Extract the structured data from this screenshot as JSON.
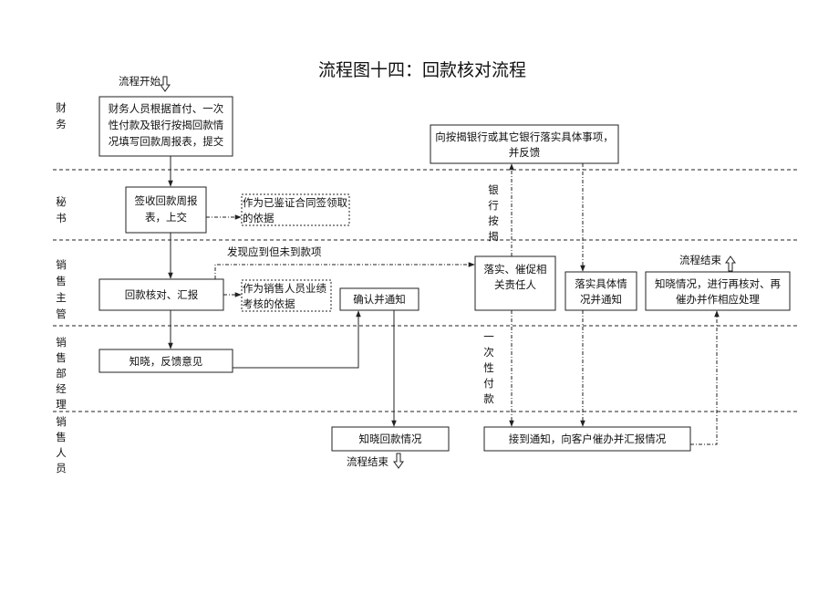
{
  "title": "流程图十四：回款核对流程",
  "start_label": "流程开始",
  "end_label": "流程结束",
  "lanes": [
    {
      "id": "finance",
      "chars": [
        "财",
        "务"
      ]
    },
    {
      "id": "secretary",
      "chars": [
        "秘",
        "书"
      ]
    },
    {
      "id": "sales_supervisor",
      "chars": [
        "销",
        "售",
        "主",
        "管"
      ]
    },
    {
      "id": "sales_manager",
      "chars": [
        "销",
        "售",
        "部",
        "经",
        "理"
      ]
    },
    {
      "id": "sales_staff",
      "chars": [
        "销",
        "售",
        "人",
        "员"
      ]
    }
  ],
  "nodes": {
    "finance_fill": {
      "lines": [
        "财务人员根据首付、一次",
        "性付款及银行按揭回款情",
        "况填写回款周报表，提交"
      ]
    },
    "bank_feedback": {
      "lines": [
        "向按揭银行或其它银行落实具体事项，",
        "并反馈"
      ]
    },
    "sign_report": {
      "lines": [
        "签收回款周报",
        "表，上交"
      ]
    },
    "contract_basis": {
      "lines": [
        "作为已鉴证合同签领取",
        "的依据"
      ]
    },
    "check_summary": {
      "lines": [
        "回款核对、汇报"
      ]
    },
    "performance_basis": {
      "lines": [
        "作为销售人员业绩",
        "考核的依据"
      ]
    },
    "confirm_notify": {
      "lines": [
        "确认并通知"
      ]
    },
    "implement_urge": {
      "lines": [
        "落实、催促相",
        "关责任人"
      ]
    },
    "implement_notify": {
      "lines": [
        "落实具体情",
        "况并通知"
      ]
    },
    "know_recheck": {
      "lines": [
        "知晓情况，进行再核对、再",
        "催办并作相应处理"
      ]
    },
    "know_feedback": {
      "lines": [
        "知晓，反馈意见"
      ]
    },
    "know_payment": {
      "lines": [
        "知晓回款情况"
      ]
    },
    "receive_notice": {
      "lines": [
        "接到通知，向客户催办并汇报情况"
      ]
    }
  },
  "edge_labels": {
    "unpaid": "发现应到但未到款项",
    "mortgage": [
      "银",
      "行",
      "按",
      "揭"
    ],
    "lump_sum": [
      "一",
      "次",
      "性",
      "付",
      "款"
    ]
  }
}
